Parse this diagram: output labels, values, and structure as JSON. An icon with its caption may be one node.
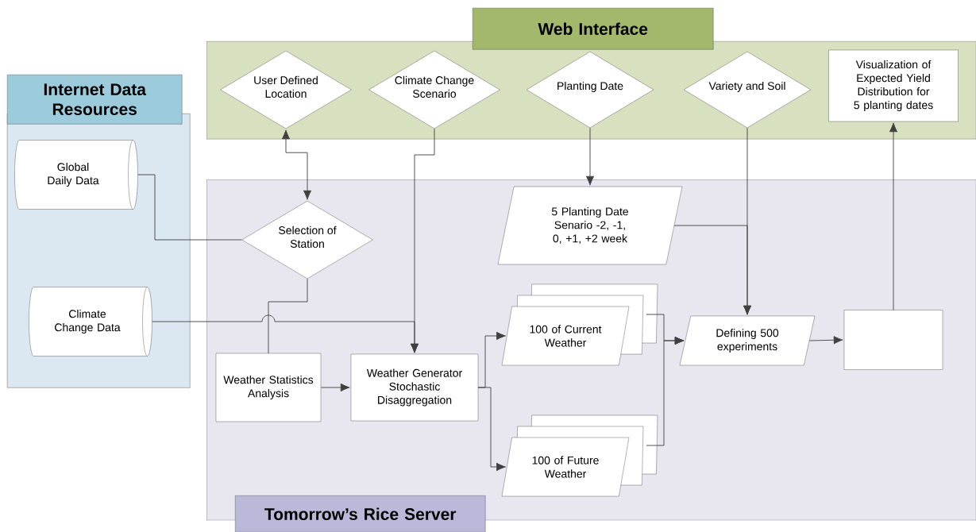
{
  "diagram": {
    "nodes": [
      {
        "text": [
          "Web Interface"
        ]
      },
      {
        "text": [
          "User Defined Location"
        ],
        "in": 0
      },
      {
        "text": [
          "Climate Change Scenario"
        ],
        "in": 0
      },
      {
        "text": [
          "Planting Date"
        ],
        "in": 0
      },
      {
        "text": [
          "Variety and Soil"
        ],
        "in": 0
      },
      {
        "text": [
          "Visualization of Expected Yield Distribution for 5 planting dates"
        ],
        "in": 0
      },
      {
        "text": [
          "Internet Data Resources"
        ]
      },
      {
        "text": [
          "Global Daily Data"
        ],
        "in": 6
      },
      {
        "text": [
          "Climate Change Data"
        ],
        "in": 6
      },
      {
        "text": [
          "Tomorrow’s Rice Server"
        ]
      },
      {
        "text": [
          "Selection of Station"
        ],
        "in": 9
      },
      {
        "text": [
          "5 Planting Date Senario -2, -1, 0, +1, +2 week"
        ],
        "in": 9
      },
      {
        "text": [
          "Weather Statistics Analysis"
        ],
        "in": 9
      },
      {
        "text": [
          "Weather Generator Stochastic Disaggregation"
        ],
        "in": 9
      },
      {
        "text": [
          "100 of Current Weather"
        ],
        "in": 9
      },
      {
        "text": [
          "100 of Future Weather"
        ],
        "in": 9
      },
      {
        "text": [
          "Defining 500 experiments"
        ],
        "in": 9
      },
      {
        "text": [],
        "shape": "box",
        "in": 9
      }
    ],
    "edges": [
      {
        "from": 1,
        "to": 10,
        "arrow": "both"
      },
      {
        "from": 7,
        "to": 10,
        "arrow": "none"
      },
      {
        "from": 10,
        "to": 12,
        "arrow": "none"
      },
      {
        "from": 8,
        "to": 13,
        "arrow": "to"
      },
      {
        "from": 2,
        "to": 13,
        "arrow": "to"
      },
      {
        "from": 12,
        "to": 13,
        "arrow": "to"
      },
      {
        "from": 13,
        "to": 14,
        "arrow": "to"
      },
      {
        "from": 13,
        "to": 15,
        "arrow": "to"
      },
      {
        "from": 14,
        "to": 16,
        "arrow": "to"
      },
      {
        "from": 15,
        "to": 16,
        "arrow": "to"
      },
      {
        "from": 11,
        "to": 16,
        "arrow": "to"
      },
      {
        "from": 4,
        "to": 16,
        "arrow": "to"
      },
      {
        "from": 16,
        "to": 17,
        "arrow": "to"
      },
      {
        "from": 17,
        "to": 5,
        "arrow": "to"
      },
      {
        "from": 3,
        "to": 11,
        "arrow": "to"
      }
    ]
  }
}
